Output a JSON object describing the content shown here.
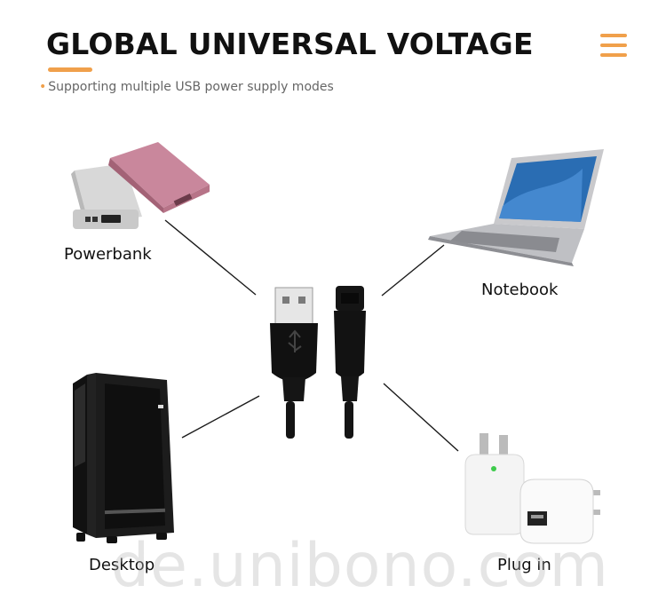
{
  "header": {
    "title": "GLOBAL UNIVERSAL VOLTAGE",
    "subtitle_bullet": "•",
    "subtitle": "Supporting multiple USB power supply modes"
  },
  "devices": {
    "powerbank": "Powerbank",
    "notebook": "Notebook",
    "desktop": "Desktop",
    "plug": "Plug in"
  },
  "watermark": "de.unibono.com",
  "colors": {
    "accent": "#f0a04b",
    "text": "#111111",
    "subtitle": "#666666"
  },
  "icons": {
    "menu": "hamburger-menu-icon"
  }
}
